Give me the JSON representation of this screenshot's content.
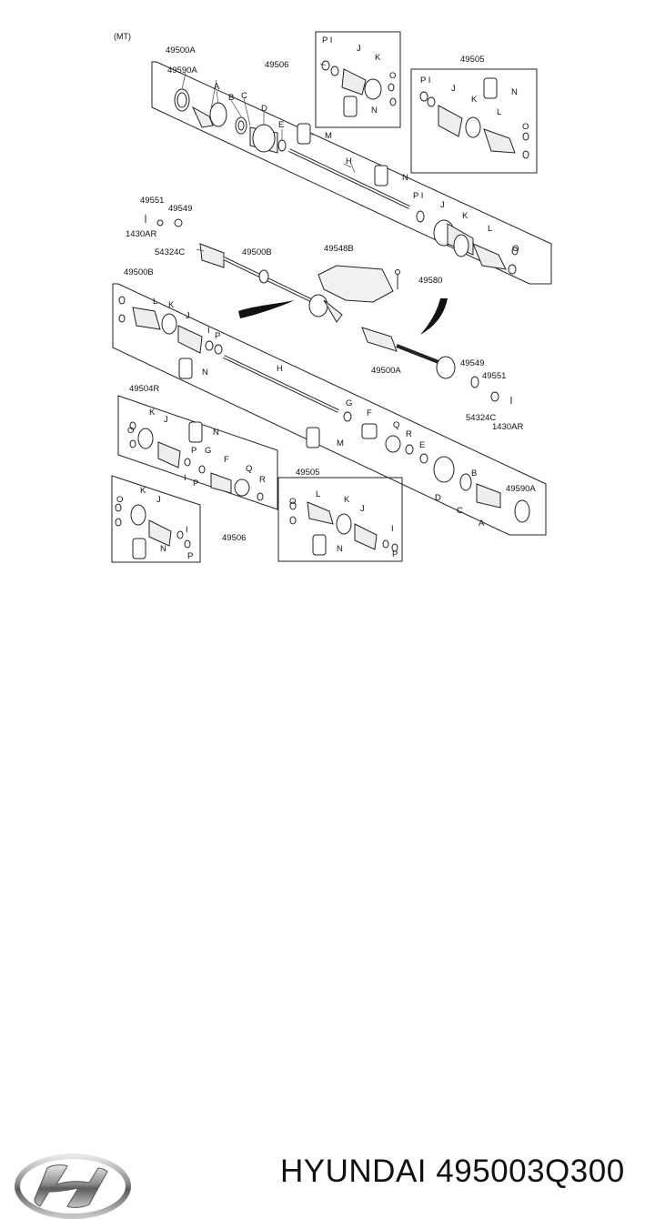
{
  "diagram": {
    "variant_label": "(MT)",
    "labels": {
      "a49500A": "49500A",
      "a49590A": "49590A",
      "a49506": "49506",
      "a49505": "49505",
      "a49551": "49551",
      "a49549": "49549",
      "a1430AR": "1430AR",
      "a54324C": "54324C",
      "a49500B": "49500B",
      "a49548B": "49548B",
      "a49580": "49580",
      "b49500B": "49500B",
      "b49504R": "49504R",
      "b49505": "49505",
      "b49506": "49506",
      "b49500A": "49500A",
      "b49549": "49549",
      "b49551": "49551",
      "b54324C": "54324C",
      "b1430AR": "1430AR",
      "b49590A": "49590A",
      "A": "A",
      "B": "B",
      "C": "C",
      "D": "D",
      "E": "E",
      "F": "F",
      "G": "G",
      "H": "H",
      "I": "I",
      "J": "J",
      "K": "K",
      "L": "L",
      "M": "M",
      "N": "N",
      "O": "O",
      "P": "P",
      "PI": "P I",
      "Q": "Q",
      "R": "R"
    }
  },
  "footer": {
    "brand_name": "HYUNDAI",
    "part_number": "495003Q300",
    "logo_icon": "hyundai-logo-icon"
  }
}
